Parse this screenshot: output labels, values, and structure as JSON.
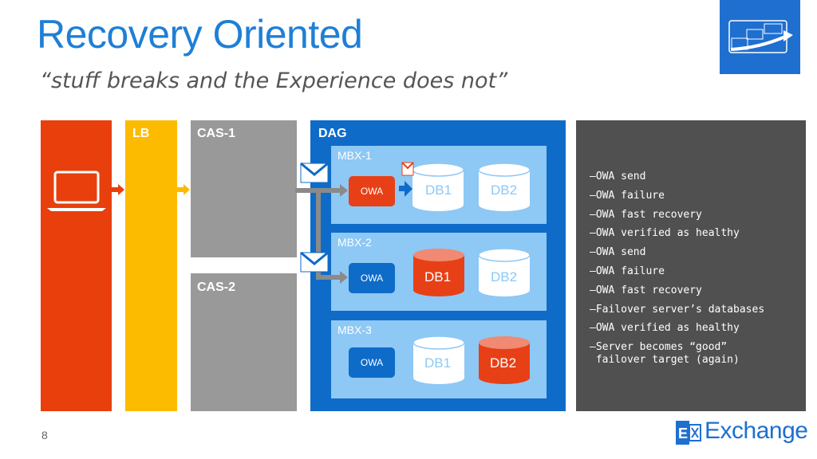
{
  "slide": {
    "title": "Recovery Oriented",
    "subtitle": "“stuff breaks and the Experience does not”",
    "page_number": "8"
  },
  "columns": {
    "lb_label": "LB",
    "cas1_label": "CAS-1",
    "cas2_label": "CAS-2",
    "dag_label": "DAG"
  },
  "servers": [
    {
      "name": "MBX-1",
      "owa": "OWA",
      "owa_state": "failed",
      "dbs": [
        {
          "label": "DB1",
          "state": "passive"
        },
        {
          "label": "DB2",
          "state": "passive"
        }
      ]
    },
    {
      "name": "MBX-2",
      "owa": "OWA",
      "owa_state": "healthy",
      "dbs": [
        {
          "label": "DB1",
          "state": "active"
        },
        {
          "label": "DB2",
          "state": "passive"
        }
      ]
    },
    {
      "name": "MBX-3",
      "owa": "OWA",
      "owa_state": "healthy",
      "dbs": [
        {
          "label": "DB1",
          "state": "passive"
        },
        {
          "label": "DB2",
          "state": "active"
        }
      ]
    }
  ],
  "log": [
    "–OWA send",
    "–OWA failure",
    "–OWA fast recovery",
    "–OWA verified as healthy",
    "–OWA send",
    "–OWA failure",
    "–OWA fast recovery",
    "–Failover server’s databases",
    "–OWA verified as healthy",
    "–Server becomes “good”\n failover target (again)"
  ],
  "branding": {
    "product": "Exchange",
    "logo_letter": "E"
  },
  "colors": {
    "title_blue": "#1f7fd6",
    "client_orange": "#e83f0c",
    "lb_yellow": "#fdbb00",
    "cas_gray": "#999999",
    "dag_blue": "#0f6bc8",
    "mbx_light_blue": "#8ec8f5",
    "log_panel_gray": "#505050",
    "active_db_red": "#e84016"
  }
}
